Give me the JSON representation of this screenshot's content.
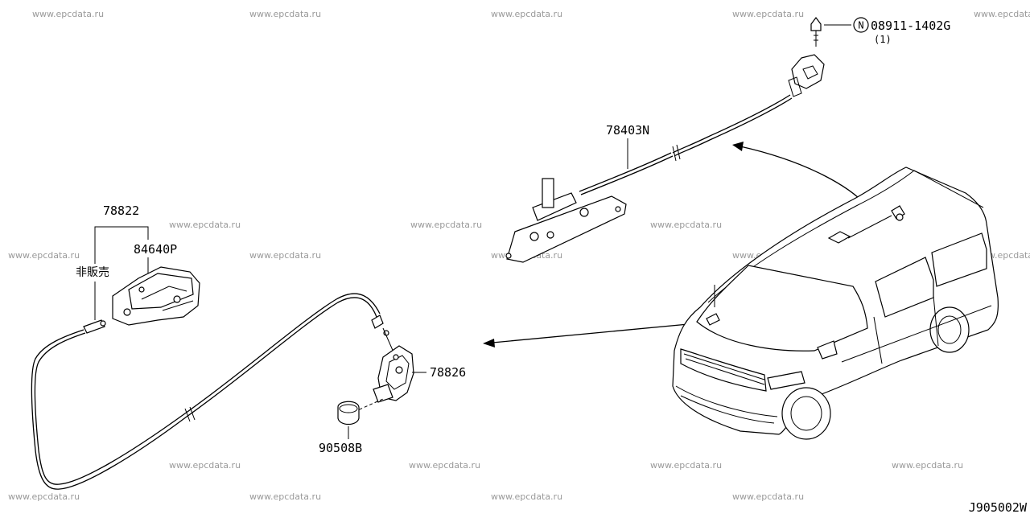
{
  "watermark": "www.epcdata.ru",
  "diagram_code": "J905002W",
  "parts": {
    "cable_top": "78403N",
    "bolt_mark": "N",
    "bolt": "08911-1402G",
    "bolt_qty": "(1)",
    "latch_assy": "78822",
    "cable_bracket": "84640P",
    "not_sold": "非販売",
    "lock_assy": "78826",
    "bumper": "90508B"
  }
}
